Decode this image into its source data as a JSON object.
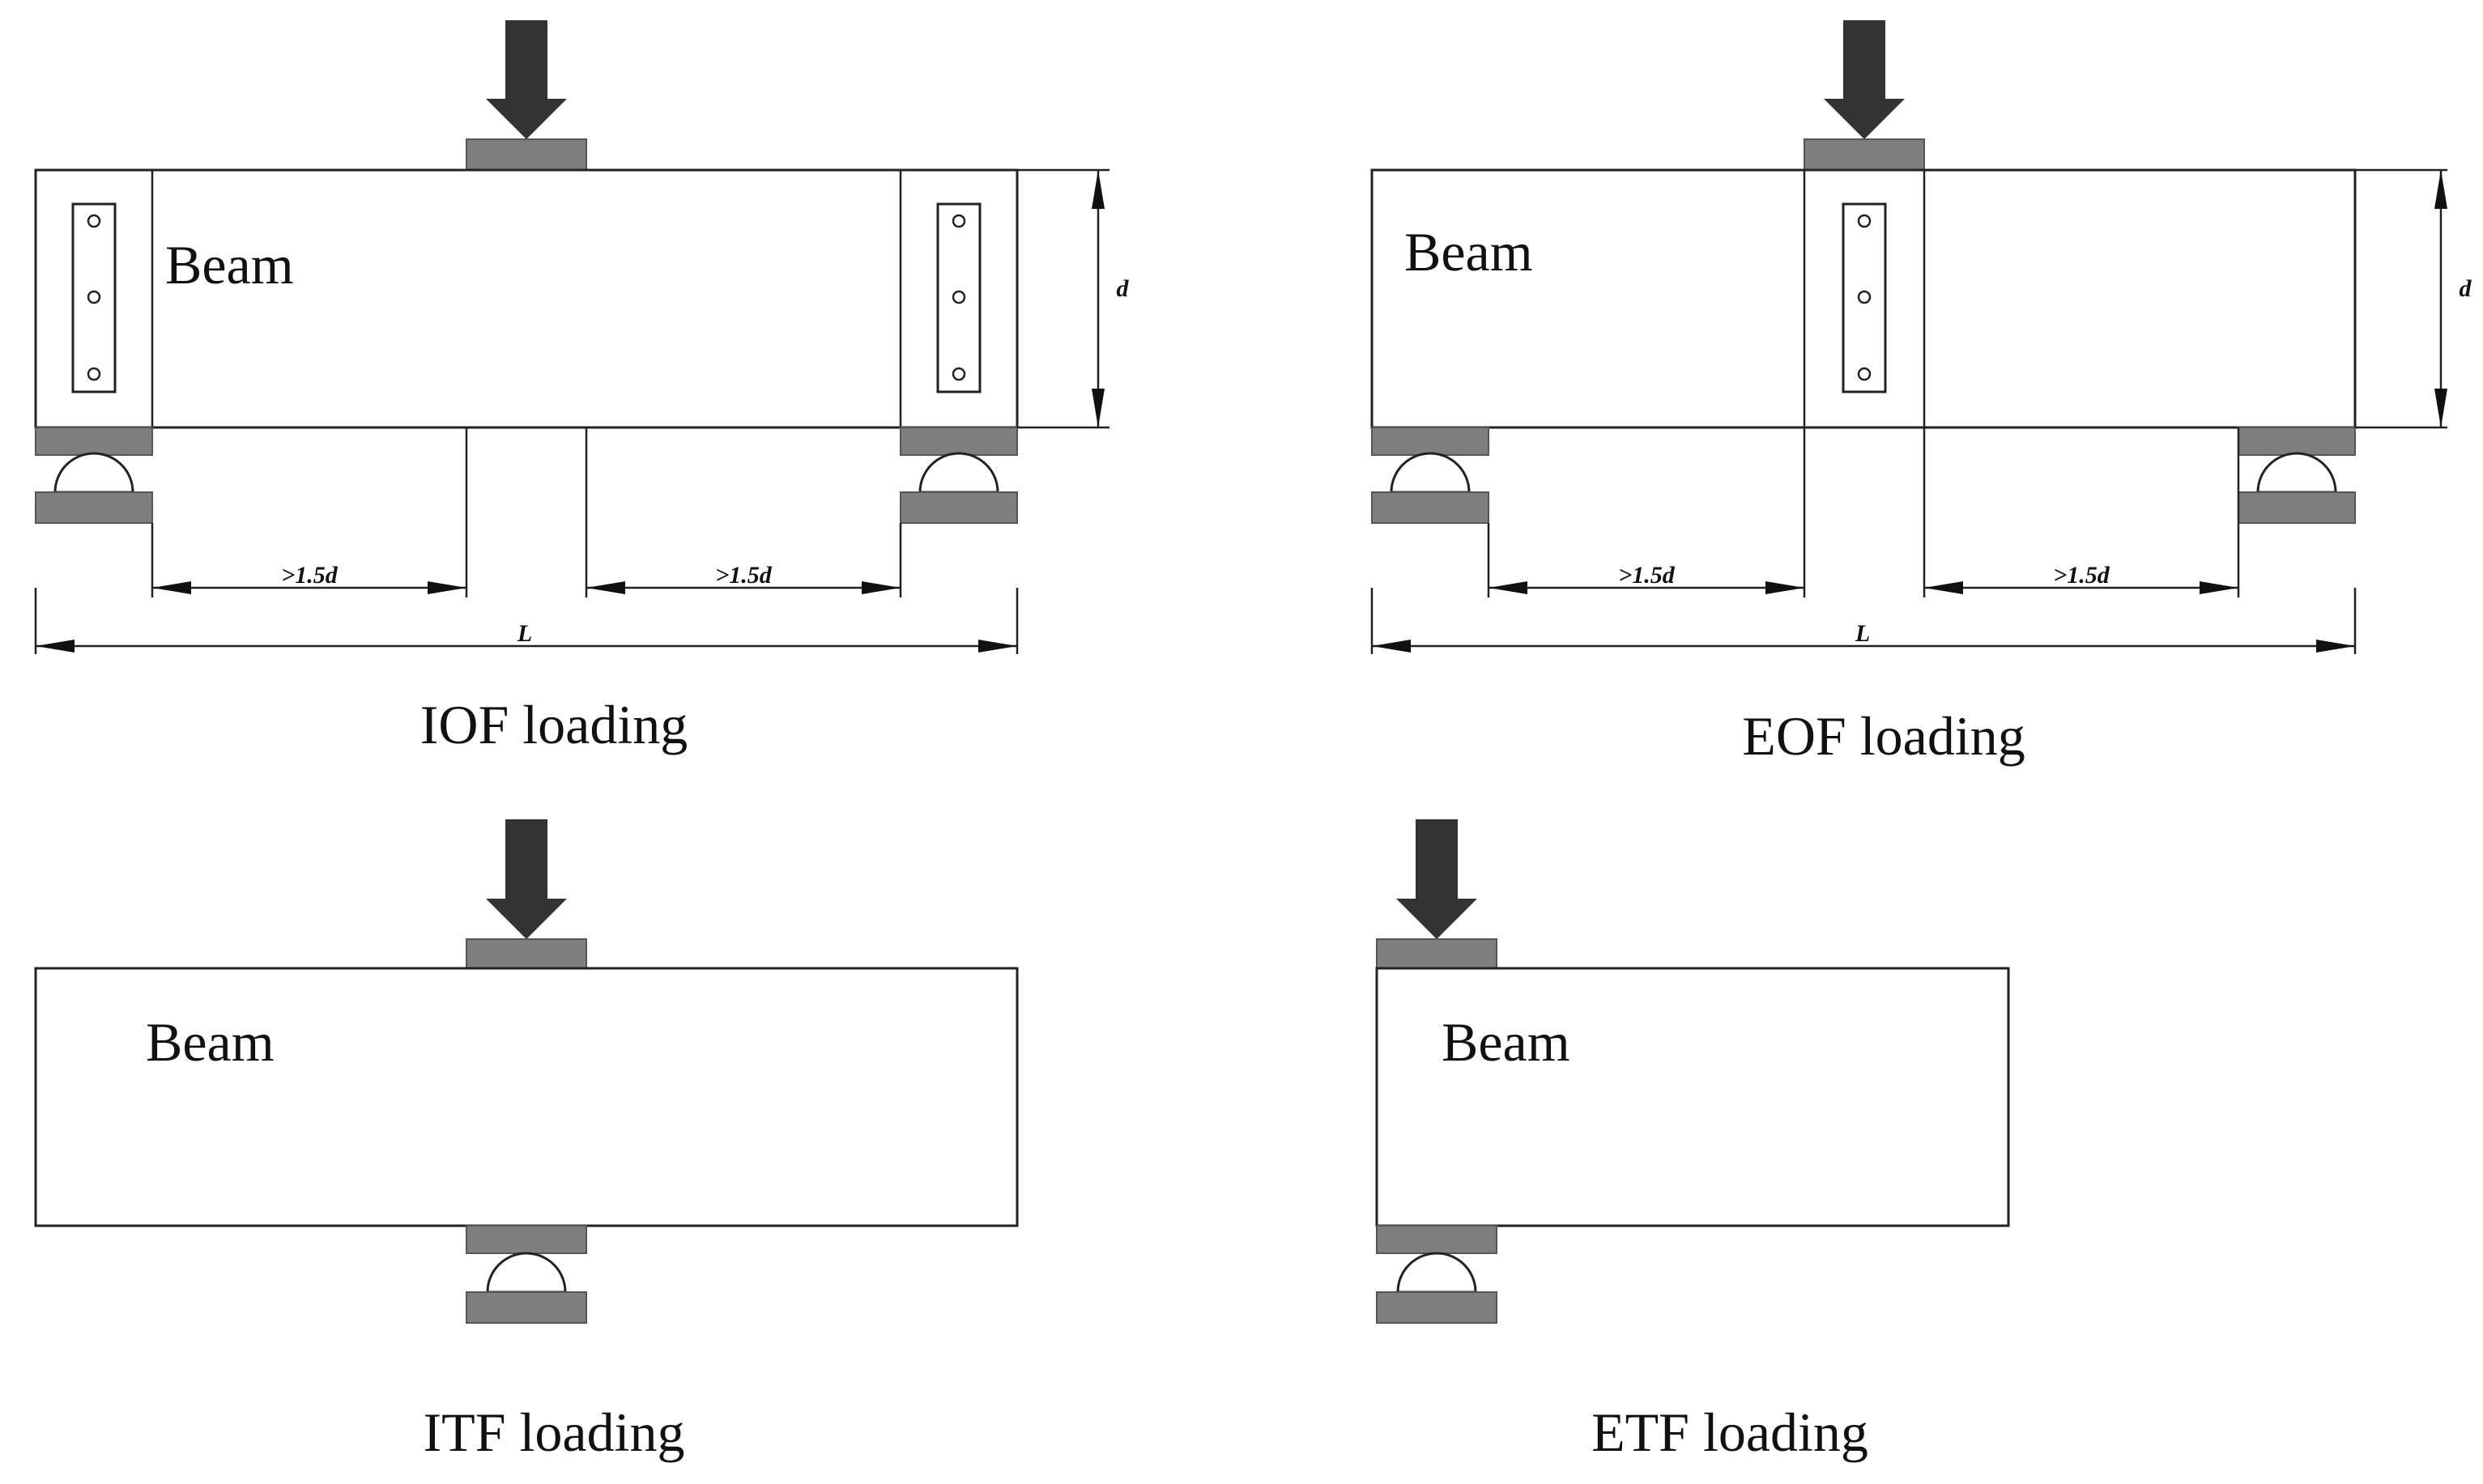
{
  "panels": {
    "iof": {
      "caption": "IOF loading",
      "beam_label": "Beam",
      "depth_label": "d",
      "span_label": "L",
      "clear_left": ">1.5d",
      "clear_right": ">1.5d"
    },
    "eof": {
      "caption": "EOF loading",
      "beam_label": "Beam",
      "depth_label": "d",
      "span_label": "L",
      "clear_left": ">1.5d",
      "clear_right": ">1.5d"
    },
    "itf": {
      "caption": "ITF loading",
      "beam_label": "Beam"
    },
    "etf": {
      "caption": "ETF loading",
      "beam_label": "Beam"
    }
  },
  "colors": {
    "plate": "#7f7f7f",
    "load_arrow": "#333333",
    "outline": "#222222"
  }
}
